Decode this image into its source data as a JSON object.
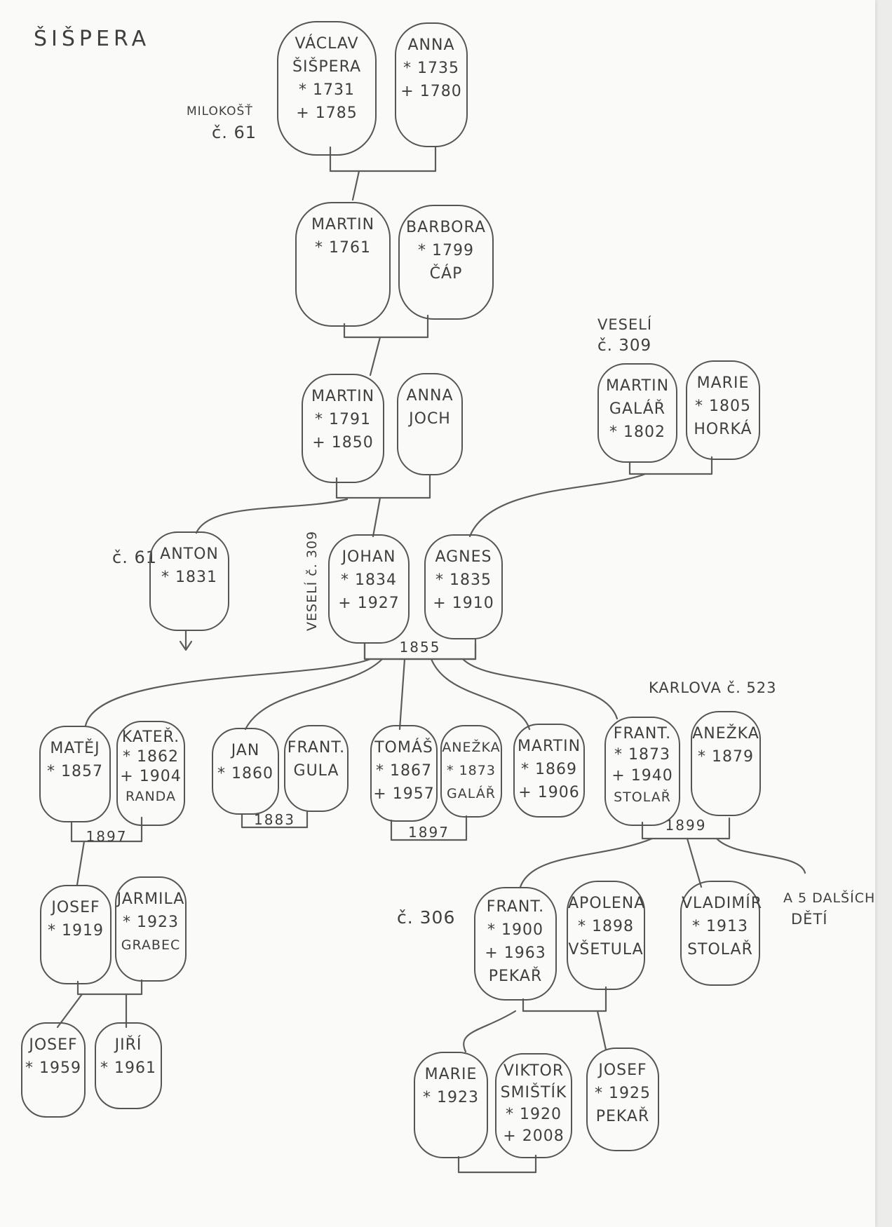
{
  "title": "ŠIŠPERA",
  "notes": {
    "milokost": "MILOKOŠŤ",
    "c61_top": "č. 61",
    "veseli_309": "VESELÍ",
    "veseli_309_num": "č. 309",
    "c61_anton": "č. 61",
    "veseli_johan": "VESELÍ č. 309",
    "karlova": "KARLOVA č. 523",
    "c306": "č. 306",
    "more_children_1": "A 5 DALŠÍCH",
    "more_children_2": "DĚTÍ",
    "arrow": "↓"
  },
  "people": {
    "vaclav": [
      "VÁCLAV",
      "ŠIŠPERA",
      "* 1731",
      "+ 1785"
    ],
    "anna1": [
      "ANNA",
      "* 1735",
      "+ 1780"
    ],
    "martin1": [
      "MARTIN",
      "* 1761"
    ],
    "barbora": [
      "BARBORA",
      "* 1799",
      "ČÁP"
    ],
    "martin2": [
      "MARTIN",
      "* 1791",
      "+ 1850"
    ],
    "anna_joch": [
      "ANNA",
      "JOCH"
    ],
    "martin_galar": [
      "MARTIN",
      "GALÁŘ",
      "* 1802"
    ],
    "marie_horka": [
      "MARIE",
      "* 1805",
      "HORKÁ"
    ],
    "anton": [
      "ANTON",
      "* 1831"
    ],
    "johan": [
      "JOHAN",
      "* 1834",
      "+ 1927"
    ],
    "agnes": [
      "AGNES",
      "* 1835",
      "+ 1910"
    ],
    "matej": [
      "MATĚJ",
      "* 1857"
    ],
    "kater": [
      "KATEŘ.",
      "* 1862",
      "+ 1904",
      "RANDA"
    ],
    "jan": [
      "JAN",
      "* 1860"
    ],
    "frant_gula": [
      "FRANT.",
      "GULA"
    ],
    "tomas": [
      "TOMÁŠ",
      "* 1867",
      "+ 1957"
    ],
    "anezka_galar": [
      "ANEŽKA",
      "* 1873",
      "GALÁŘ"
    ],
    "martin3": [
      "MARTIN",
      "* 1869",
      "+ 1906"
    ],
    "frant_stolar": [
      "FRANT.",
      "* 1873",
      "+ 1940",
      "STOLAŘ"
    ],
    "anezka1879": [
      "ANEŽKA",
      "* 1879"
    ],
    "josef1919": [
      "JOSEF",
      "* 1919"
    ],
    "jarmila": [
      "JARMILA",
      "* 1923",
      "GRABEC"
    ],
    "frant_pekar": [
      "FRANT.",
      "* 1900",
      "+ 1963",
      "PEKAŘ"
    ],
    "apolena": [
      "APOLENA",
      "* 1898",
      "VŠETULA"
    ],
    "vladimir": [
      "VLADIMÍR",
      "* 1913",
      "STOLAŘ"
    ],
    "josef1959": [
      "JOSEF",
      "* 1959"
    ],
    "jiri": [
      "JIŘÍ",
      "* 1961"
    ],
    "marie1923": [
      "MARIE",
      "* 1923"
    ],
    "viktor": [
      "VIKTOR",
      "SMIŠTÍK",
      "* 1920",
      "+ 2008"
    ],
    "josef1925": [
      "JOSEF",
      "* 1925",
      "PEKAŘ"
    ]
  },
  "marriage_years": {
    "johan_agnes": "1855",
    "matej_kater": "1897",
    "jan_gula": "1883",
    "tomas_anezka": "1897",
    "frant_anezka": "1899"
  }
}
